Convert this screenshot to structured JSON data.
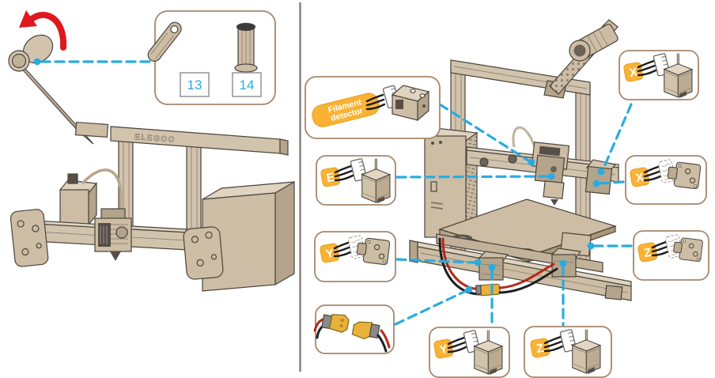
{
  "page": {
    "background": "#ffffff",
    "type": "3d-printer-assembly-diagram"
  },
  "colors": {
    "accent_cyan": "#29abe2",
    "tag_yellow": "#f9b233",
    "arrow_red": "#e0181f",
    "printer_tan": "#d2c3ad",
    "printer_tan_dark": "#b4a48c",
    "printer_tan_light": "#e0d4c0",
    "outline": "#4a443c",
    "callout_border": "#a5876d",
    "wire_red": "#b5281e",
    "wire_black": "#1f1f1f",
    "divider_gray": "#8a7e72"
  },
  "icons": {
    "rotate_arrow": "curved-red-arrow",
    "leader_line": "cyan-dashed-line",
    "connection_dot": "cyan-dot"
  },
  "left_panel": {
    "logo": "ELEGOO",
    "step": "rotate-spool-arm"
  },
  "callouts": {
    "parts": {
      "num13": "13",
      "num14": "14"
    },
    "filament_detector": {
      "line1": "Filament",
      "line2": "detector"
    },
    "e_motor": {
      "tag": "E"
    },
    "x_motor": {
      "tag": "X"
    },
    "x_endstop": {
      "tag": "X"
    },
    "y_endstop": {
      "tag": "Y"
    },
    "z_endstop": {
      "tag": "Z"
    },
    "y_motor": {
      "tag": "Y"
    },
    "z_motor": {
      "tag": "Z"
    },
    "xt60": {
      "name": "power-connector-pair"
    }
  }
}
